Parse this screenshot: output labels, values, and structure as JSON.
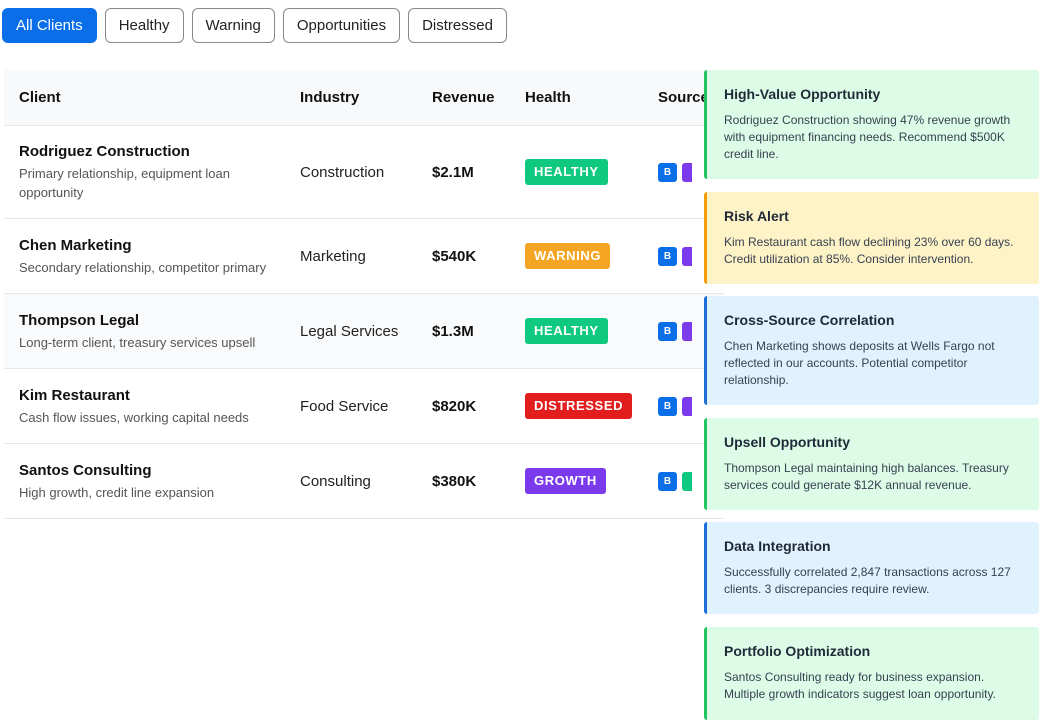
{
  "filters": [
    {
      "label": "All Clients",
      "active": true
    },
    {
      "label": "Healthy",
      "active": false
    },
    {
      "label": "Warning",
      "active": false
    },
    {
      "label": "Opportunities",
      "active": false
    },
    {
      "label": "Distressed",
      "active": false
    }
  ],
  "table": {
    "headers": {
      "client": "Client",
      "industry": "Industry",
      "revenue": "Revenue",
      "health": "Health",
      "sources": "Sources"
    },
    "rows": [
      {
        "name": "Rodriguez Construction",
        "desc": "Primary relationship, equipment loan opportunity",
        "industry": "Construction",
        "revenue": "$2.1M",
        "health": "HEALTHY",
        "health_color": "#10c981",
        "source_label": "B",
        "source2_color": "#7c3aed"
      },
      {
        "name": "Chen Marketing",
        "desc": "Secondary relationship, competitor primary",
        "industry": "Marketing",
        "revenue": "$540K",
        "health": "WARNING",
        "health_color": "#f5a524",
        "source_label": "B",
        "source2_color": "#7c3aed"
      },
      {
        "name": "Thompson Legal",
        "desc": "Long-term client, treasury services upsell",
        "industry": "Legal Services",
        "revenue": "$1.3M",
        "health": "HEALTHY",
        "health_color": "#10c981",
        "source_label": "B",
        "source2_color": "#7c3aed"
      },
      {
        "name": "Kim Restaurant",
        "desc": "Cash flow issues, working capital needs",
        "industry": "Food Service",
        "revenue": "$820K",
        "health": "DISTRESSED",
        "health_color": "#e11d1d",
        "source_label": "B",
        "source2_color": "#7c3aed"
      },
      {
        "name": "Santos Consulting",
        "desc": "High growth, credit line expansion",
        "industry": "Consulting",
        "revenue": "$380K",
        "health": "GROWTH",
        "health_color": "#7c3aed",
        "source_label": "B",
        "source2_color": "#10c981"
      }
    ]
  },
  "insights": [
    {
      "title": "High-Value Opportunity",
      "body": "Rodriguez Construction showing 47% revenue growth with equipment financing needs. Recommend $500K credit line.",
      "tone": "green"
    },
    {
      "title": "Risk Alert",
      "body": "Kim Restaurant cash flow declining 23% over 60 days. Credit utilization at 85%. Consider intervention.",
      "tone": "yellow"
    },
    {
      "title": "Cross-Source Correlation",
      "body": "Chen Marketing shows deposits at Wells Fargo not reflected in our accounts. Potential competitor relationship.",
      "tone": "blue"
    },
    {
      "title": "Upsell Opportunity",
      "body": "Thompson Legal maintaining high balances. Treasury services could generate $12K annual revenue.",
      "tone": "green"
    },
    {
      "title": "Data Integration",
      "body": "Successfully correlated 2,847 transactions across 127 clients. 3 discrepancies require review.",
      "tone": "blue"
    },
    {
      "title": "Portfolio Optimization",
      "body": "Santos Consulting ready for business expansion. Multiple growth indicators suggest loan opportunity.",
      "tone": "green"
    }
  ]
}
